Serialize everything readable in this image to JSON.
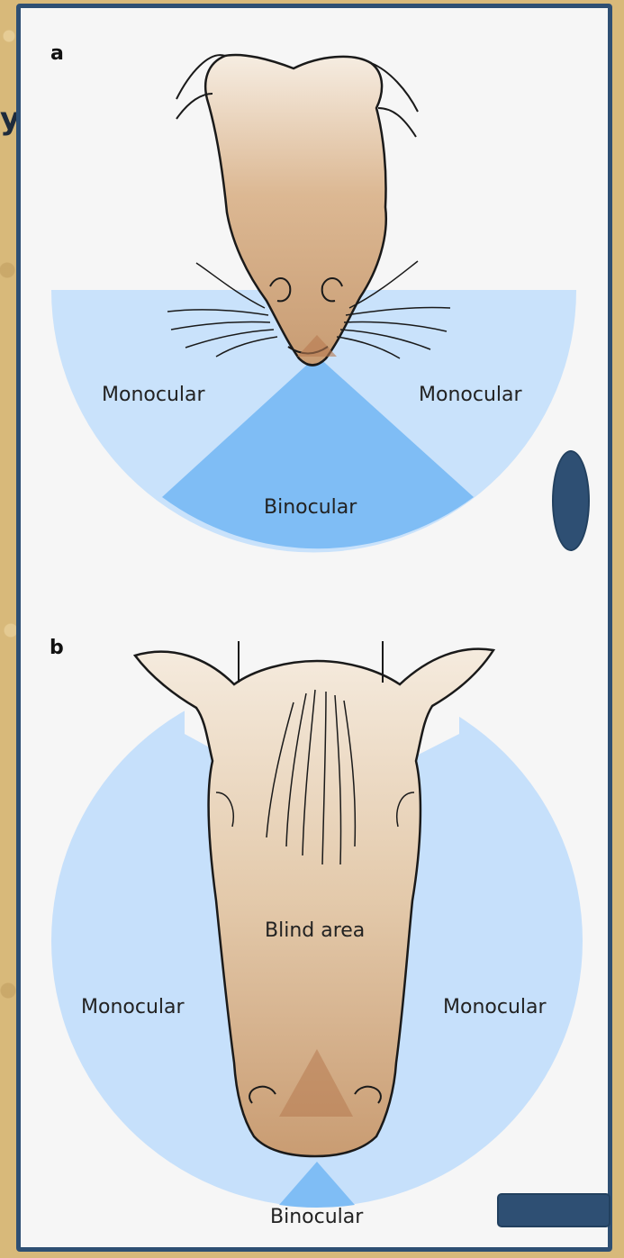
{
  "panel_a": {
    "letter": "a",
    "left_label": "Monocular",
    "right_label": "Monocular",
    "bottom_label": "Binocular"
  },
  "panel_b": {
    "letter": "b",
    "top_label": "Blind area",
    "left_label": "Monocular",
    "right_label": "Monocular",
    "bottom_label": "Binocular"
  },
  "edge_text": "y",
  "colors": {
    "frame": "#2e4f73",
    "monocular": "#c6e0fb",
    "binocular": "#7fbdf5",
    "skin_light": "#f3e7d6",
    "skin_dark": "#cda27a",
    "blind_overlap": "#b77a50"
  }
}
